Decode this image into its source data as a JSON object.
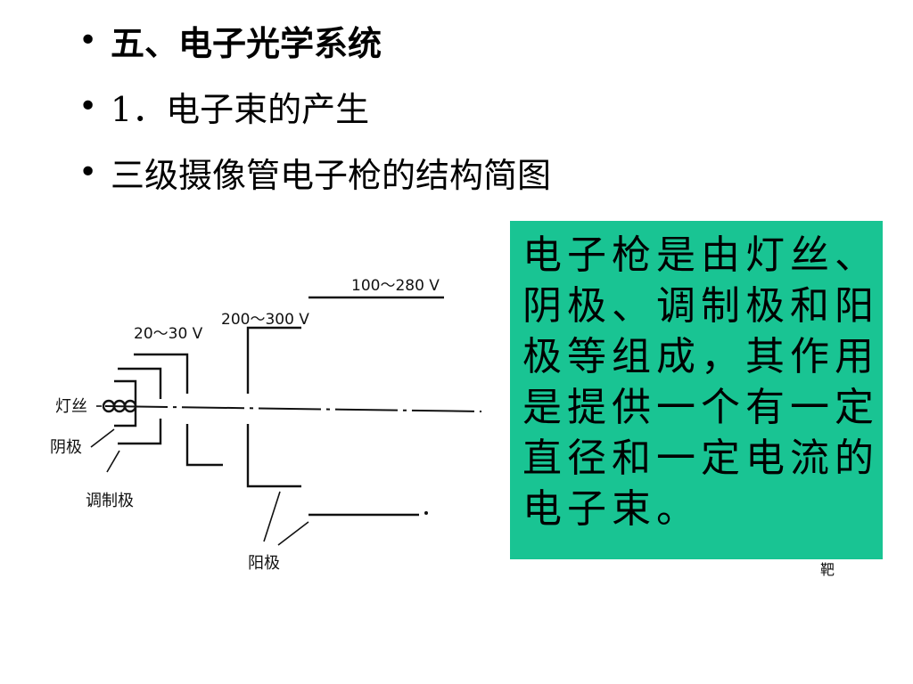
{
  "bullets": [
    {
      "text": "五、电子光学系统",
      "bold": true
    },
    {
      "text": "1．电子束的产生",
      "bold": false
    },
    {
      "text": "三级摄像管电子枪的结构简图",
      "bold": false
    }
  ],
  "diagram": {
    "labels": {
      "filament": "灯丝",
      "cathode": "阴极",
      "control_grid": "调制极",
      "anode": "阳极",
      "target": "靶",
      "voltage_1": "20～30 V",
      "voltage_2": "200～300 V",
      "voltage_3": "100～280 V"
    }
  },
  "callout": {
    "text": "电子枪是由灯丝、阴极、调制极和阳极等组成，其作用是提供一个有一定直径和一定电流的电子束。",
    "color": "#19c493"
  }
}
